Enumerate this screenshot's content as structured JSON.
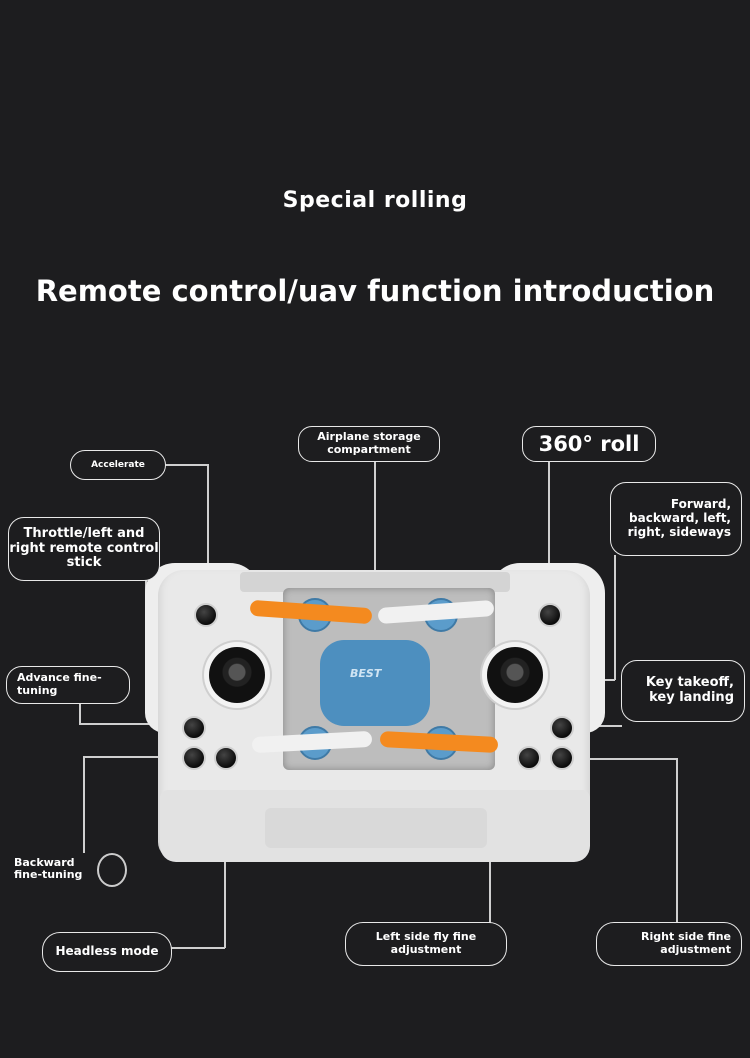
{
  "header": {
    "subtitle": "Special rolling",
    "title": "Remote control/uav function introduction"
  },
  "labels": {
    "accelerate": "Accelerate",
    "storage": "Airplane storage compartment",
    "roll": "360° roll",
    "throttle": "Throttle/left and right remote control stick",
    "forward": "Forward, backward, left, right, sideways",
    "advance": "Advance fine-tuning",
    "takeoff": "Key takeoff, key landing",
    "backward": "Backward fine-tuning",
    "headless": "Headless mode",
    "left_fly": "Left side fly fine adjustment",
    "right_side": "Right side fine adjustment"
  },
  "drone_logo": "BEST",
  "colors": {
    "background": "#1d1d1f",
    "controller": "#e9e9e9",
    "drone": "#4d8fbf",
    "propeller_orange": "#f48a1f"
  }
}
